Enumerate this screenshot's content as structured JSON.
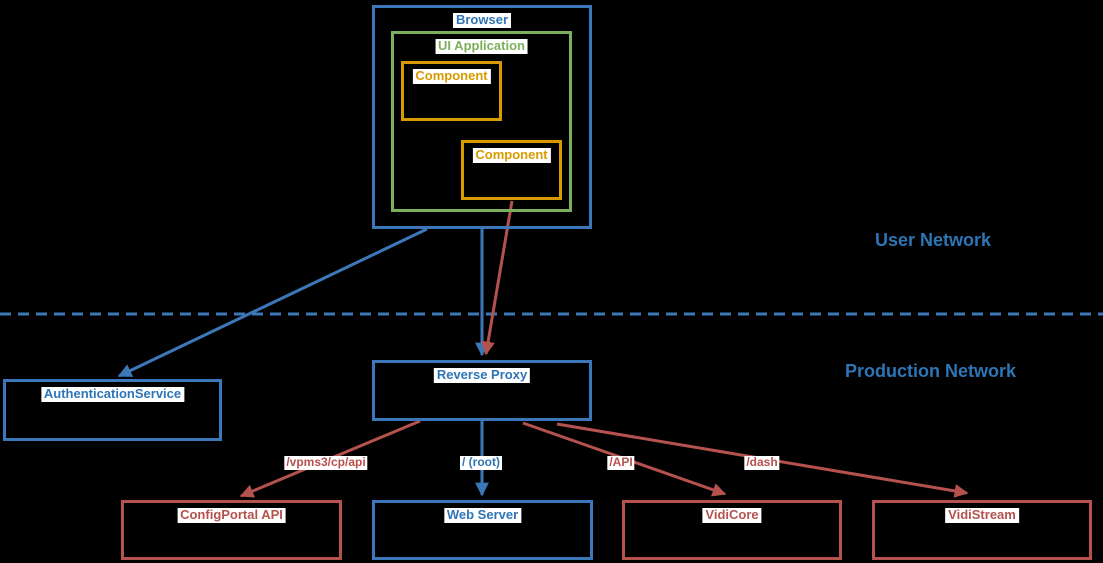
{
  "diagram": {
    "title": "Network architecture diagram: browser UI application routed through a reverse proxy to backend services",
    "colors": {
      "blue": "#3C78B9",
      "blue_text": "#2E75B6",
      "green": "#7CAF5B",
      "orange": "#D79B00",
      "red": "#B5524E",
      "background": "#000000",
      "label_background": "#FFFFFF"
    },
    "regions": {
      "user": {
        "label": "User Network"
      },
      "production": {
        "label": "Production Network"
      }
    },
    "nodes": {
      "browser": {
        "label": "Browser"
      },
      "ui_application": {
        "label": "UI Application"
      },
      "component_1": {
        "label": "Component"
      },
      "component_2": {
        "label": "Component"
      },
      "auth_service": {
        "label": "AuthenticationService"
      },
      "reverse_proxy": {
        "label": "Reverse Proxy"
      },
      "configportal_api": {
        "label": "ConfigPortal API"
      },
      "web_server": {
        "label": "Web Server"
      },
      "vidicore": {
        "label": "VidiCore"
      },
      "vidistream": {
        "label": "VidiStream"
      }
    },
    "edges": {
      "browser_to_auth": {
        "label": ""
      },
      "browser_to_proxy": {
        "label": ""
      },
      "component_to_proxy": {
        "label": ""
      },
      "proxy_to_configportal": {
        "label": "/vpms3/cp/api"
      },
      "proxy_to_webserver": {
        "label": "/ (root)"
      },
      "proxy_to_vidicore": {
        "label": "/API"
      },
      "proxy_to_vidistream": {
        "label": "/dash"
      }
    }
  }
}
